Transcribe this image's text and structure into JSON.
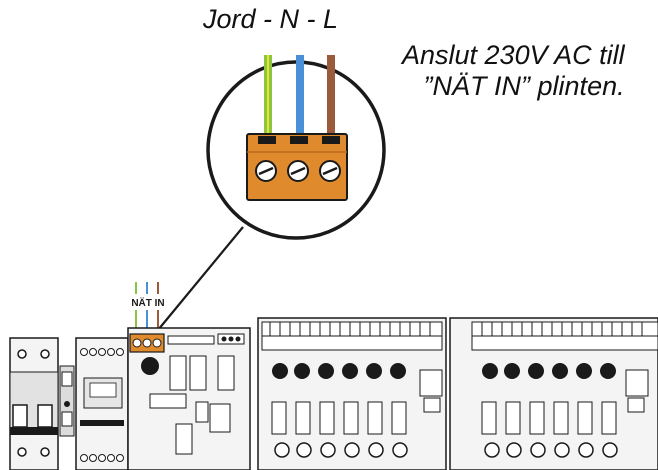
{
  "labels": {
    "wire_order": "Jord - N - L",
    "instruction_line1": "Anslut 230V AC till",
    "instruction_line2": "”NÄT IN” plinten.",
    "terminal_label": "NÄT IN"
  },
  "colors": {
    "earth_wire": "#8cc63f",
    "earth_stripe": "#e8e23a",
    "neutral_wire": "#4a90d9",
    "live_wire": "#9b5a3c",
    "terminal_block": "#e08a2e",
    "outline": "#1a1a1a",
    "panel_fill": "#f4f4f4"
  },
  "icons": [
    "terminal-screw-icon",
    "breaker-toggle-icon",
    "fuse-icon",
    "rotary-switch-icon"
  ]
}
